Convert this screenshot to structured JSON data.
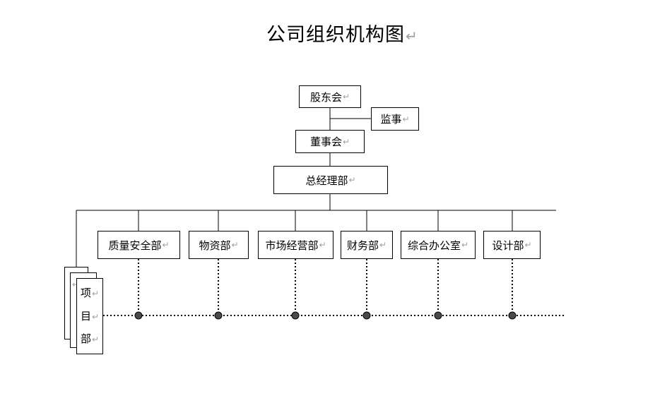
{
  "title": "公司组织机构图",
  "para_mark": "↵",
  "nodes": {
    "shareholders": "股东会",
    "supervisor": "监事",
    "board": "董事会",
    "general_manager": "总经理部"
  },
  "departments": [
    "质量安全部",
    "物资部",
    "市场经营部",
    "财务部",
    "综合办公室",
    "设计部"
  ],
  "project_dept": [
    "项",
    "目",
    "部"
  ]
}
